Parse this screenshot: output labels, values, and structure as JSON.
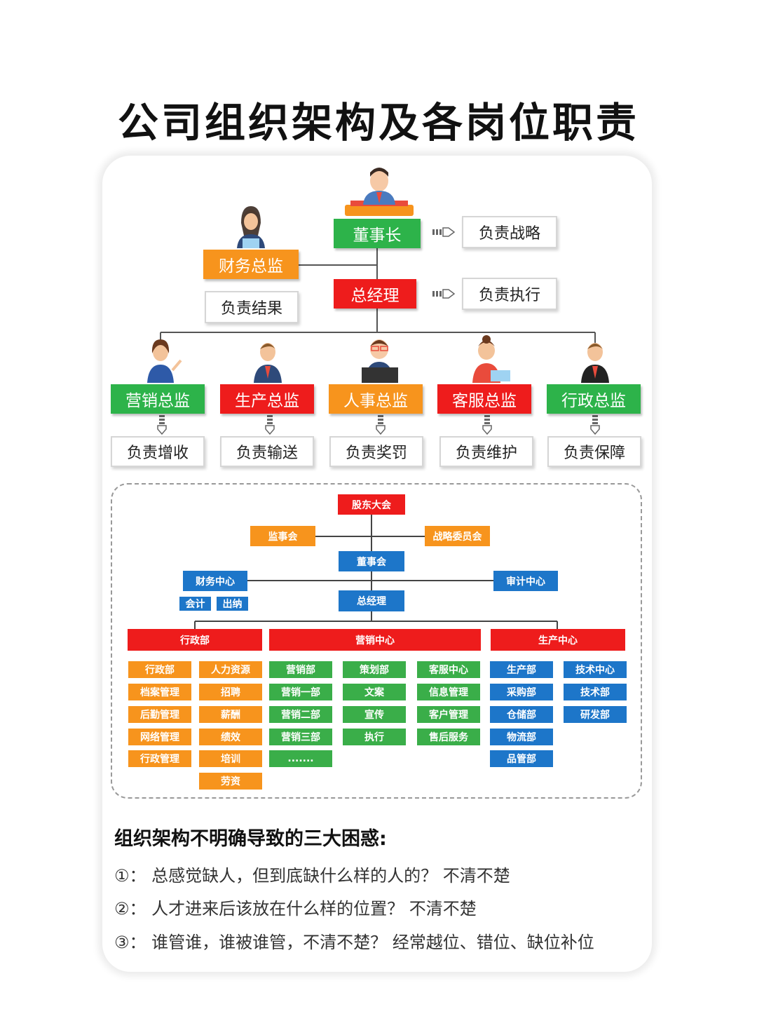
{
  "title": "公司组织架构及各岗位职责",
  "top_chart": {
    "chairman": "董事长",
    "chairman_duty": "负责战略",
    "finance_director": "财务总监",
    "finance_duty": "负责结果",
    "general_manager": "总经理",
    "gm_duty": "负责执行",
    "directors": [
      {
        "label": "营销总监",
        "duty": "负责增收",
        "color": "#2db34a"
      },
      {
        "label": "生产总监",
        "duty": "负责输送",
        "color": "#ee1c1c"
      },
      {
        "label": "人事总监",
        "duty": "负责奖罚",
        "color": "#f7941d"
      },
      {
        "label": "客服总监",
        "duty": "负责维护",
        "color": "#ee1c1c"
      },
      {
        "label": "行政总监",
        "duty": "负责保障",
        "color": "#2db34a"
      }
    ]
  },
  "detail_chart": {
    "shareholders": "股东大会",
    "supervisory": "监事会",
    "strategy": "战略委员会",
    "board": "董事会",
    "finance_center": "财务中心",
    "audit_center": "审计中心",
    "accounting": "会计",
    "cashier": "出纳",
    "gm": "总经理",
    "admin_dept": "行政部",
    "marketing_center": "营销中心",
    "production_center": "生产中心",
    "admin_col1": [
      "行政部",
      "档案管理",
      "后勤管理",
      "网络管理",
      "行政管理"
    ],
    "admin_col2": [
      "人力资源",
      "招聘",
      "薪酬",
      "绩效",
      "培训",
      "劳资"
    ],
    "mkt_col1": [
      "营销部",
      "营销一部",
      "营销二部",
      "营销三部",
      "......."
    ],
    "mkt_col2": [
      "策划部",
      "文案",
      "宣传",
      "执行"
    ],
    "mkt_col3": [
      "客服中心",
      "信息管理",
      "客户管理",
      "售后服务"
    ],
    "prod_col1": [
      "生产部",
      "采购部",
      "仓储部",
      "物流部",
      "品管部"
    ],
    "prod_col2": [
      "技术中心",
      "技术部",
      "研发部"
    ]
  },
  "problems": {
    "heading": "组织架构不明确导致的三大困惑:",
    "items": [
      "①： 总感觉缺人，但到底缺什么样的人的？ 不清不楚",
      "②： 人才进来后该放在什么样的位置？ 不清不楚",
      "③： 谁管谁，谁被谁管，不清不楚？ 经常越位、错位、缺位补位"
    ]
  },
  "colors": {
    "green": "#2db34a",
    "red": "#ee1c1c",
    "orange": "#f7941d",
    "blue": "#1d76c9"
  }
}
